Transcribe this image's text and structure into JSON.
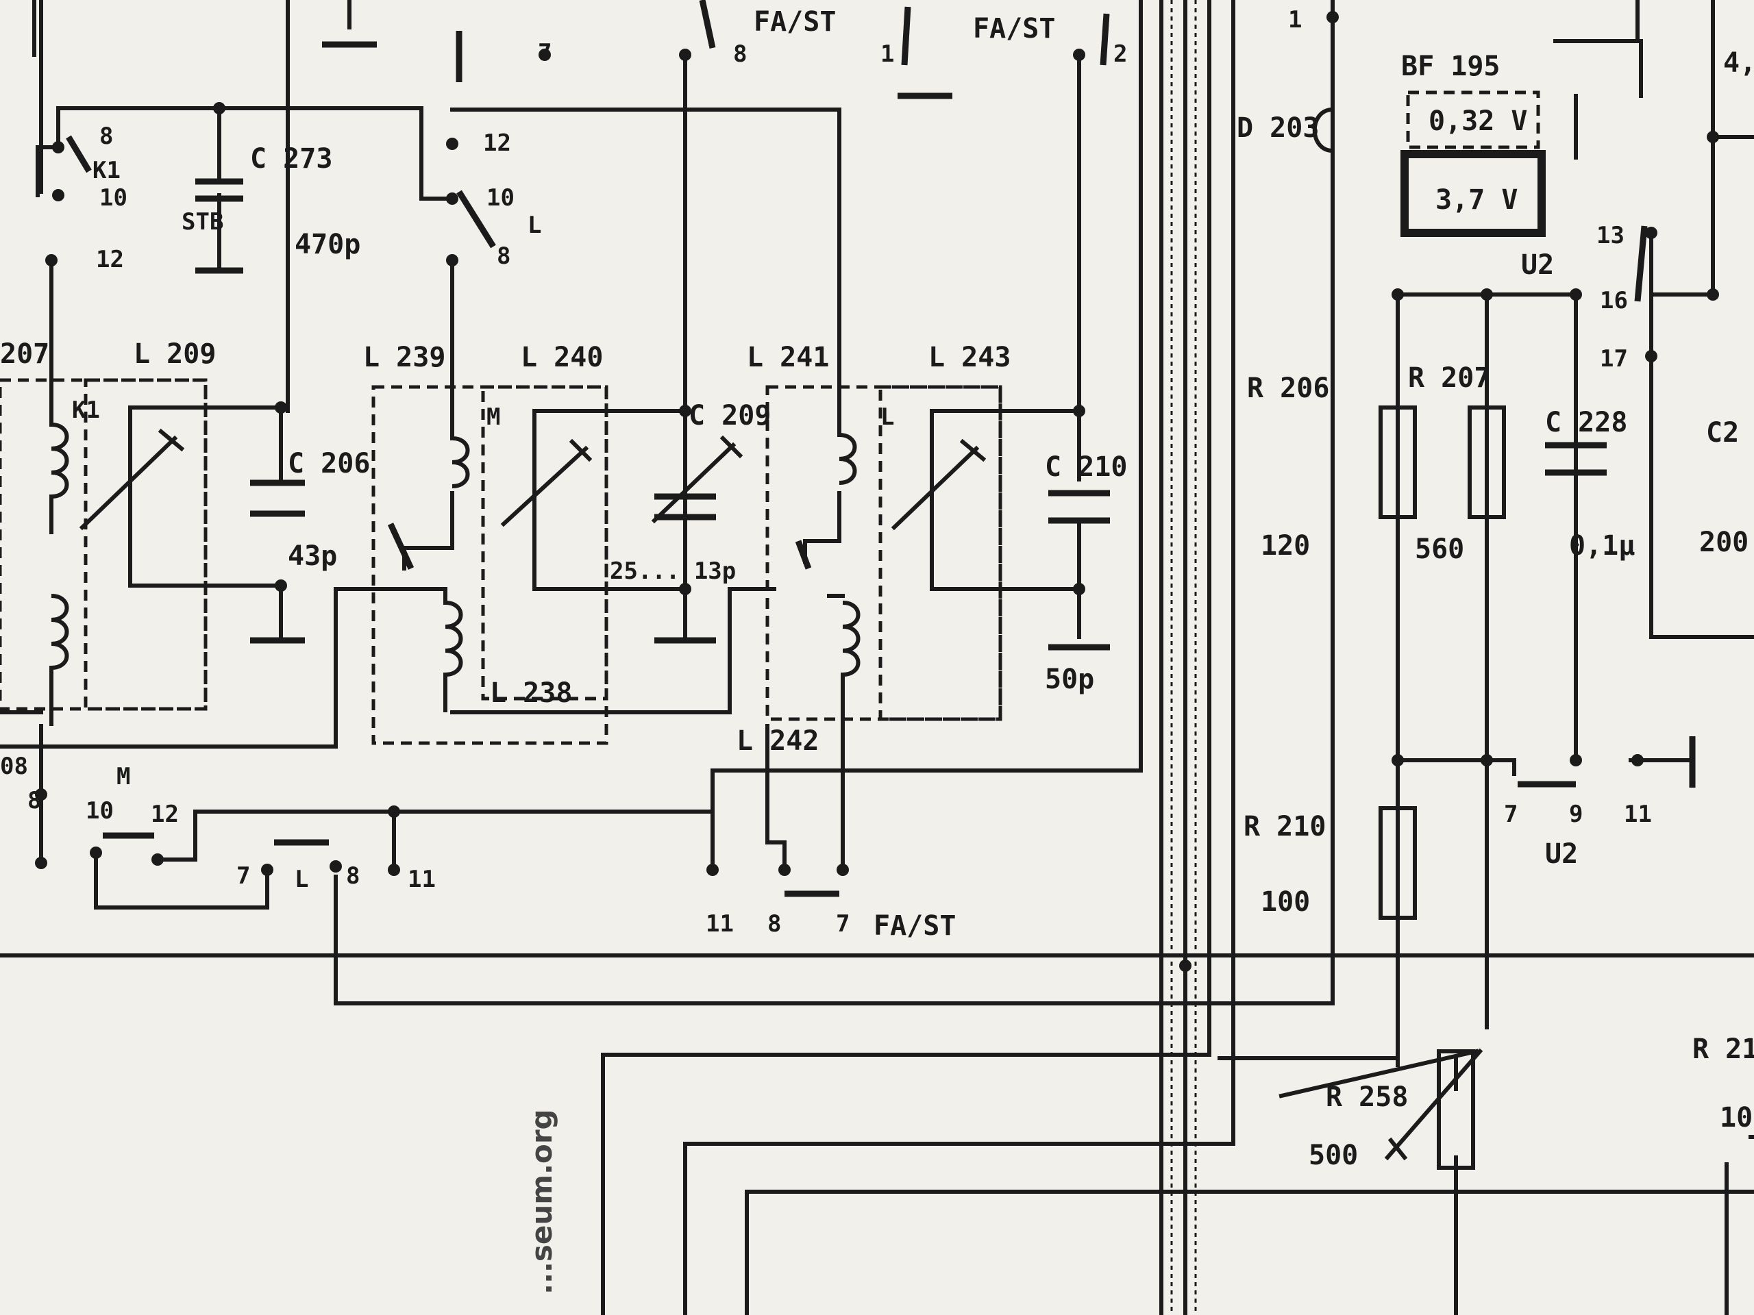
{
  "labels": {
    "c273": "C 273",
    "c273_val": "470p",
    "c273_code": "STB",
    "l209": "L 209",
    "l239": "L 239",
    "l240": "L 240",
    "l238": "L 238",
    "l241": "L 241",
    "l243": "L 243",
    "l242": "L 242",
    "c206": "C 206",
    "c206_val": "43p",
    "c209": "C 209",
    "c209_val": "25... 13p",
    "c210": "C 210",
    "c210_val": "50p",
    "d203": "D 203",
    "bf195": "BF 195",
    "v_top": "0,32 V",
    "v_mid": "3,7 V",
    "r206": "R 206",
    "r206_val": "120",
    "r207": "R 207",
    "r207_val": "560",
    "c228": "C 228",
    "c228_val": "0,1µ",
    "r210": "R 210",
    "r210_val": "100",
    "r258": "R 258",
    "r258_val": "500",
    "u2_a": "U2",
    "u2_b": "U2",
    "fast_1": "FA/ST",
    "fast_2": "FA/ST",
    "fast_3": "FA/ST",
    "k1_a": "K1",
    "k1_b": "K1",
    "m_a": "M",
    "m_b": "M",
    "l_a": "L",
    "l_b": "L",
    "l_c": "L",
    "c2_partial": "C2",
    "val_200": "200",
    "r21_partial": "R 21",
    "val_10": "10",
    "val_4": "4,",
    "l207_partial": "207",
    "partial_08": "08",
    "n7a": "7",
    "n8a": "8",
    "n1a": "1",
    "n2a": "2",
    "n12a": "12",
    "n10a": "10",
    "n8b": "8",
    "n8c": "8",
    "n10b": "10",
    "n12b": "12",
    "n1b": "1",
    "n13": "13",
    "n16": "16",
    "n17": "17",
    "n8d": "8",
    "n10c": "10",
    "n12c": "12",
    "n7b": "7",
    "n8e": "8",
    "n11a": "11",
    "n11b": "11",
    "n8f": "8",
    "n7c": "7",
    "n7d": "7",
    "n9": "9",
    "n11c": "11"
  },
  "watermark": "...seum.org"
}
